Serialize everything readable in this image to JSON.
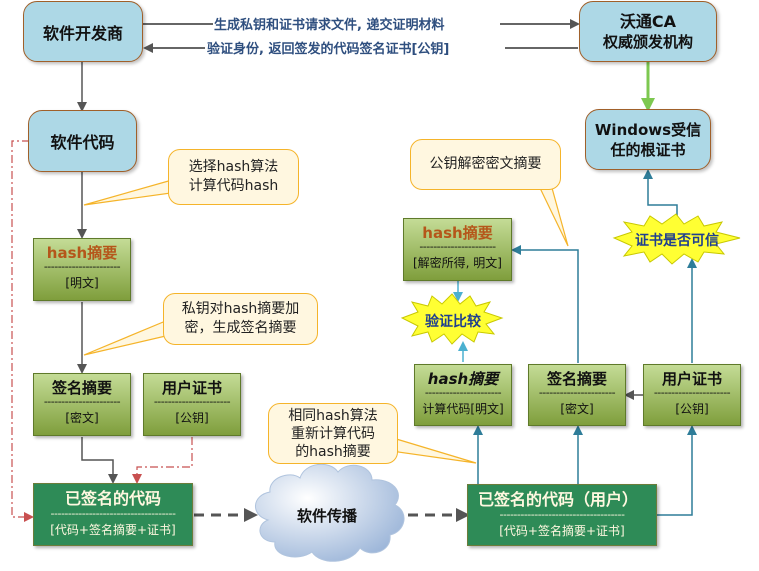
{
  "title": "代码签名流程图",
  "nodes": {
    "vendor": "软件开发商",
    "ca_line1": "沃通CA",
    "ca_line2": "权威颁发机构",
    "root_cert_line1": "Windows受信",
    "root_cert_line2": "任的根证书",
    "software_code": "软件代码",
    "left_hash": {
      "title": "hash摘要",
      "separator": "----------------------",
      "sub": "[明文]"
    },
    "left_sig": {
      "title": "签名摘要",
      "separator": "----------------------",
      "sub": "[密文]"
    },
    "left_cert": {
      "title": "用户证书",
      "separator": "----------------------",
      "sub": "[公钥]"
    },
    "signed_code": {
      "title": "已签名的代码",
      "separator": "------------------------------------",
      "sub": "[代码+签名摘要+证书]"
    },
    "cloud": "软件传播",
    "user_signed_code": {
      "title": "已签名的代码（用户）",
      "separator": "------------------------------------",
      "sub": "[代码+签名摘要+证书]"
    },
    "right_hash_calc": {
      "title": "hash摘要",
      "separator": "----------------------",
      "sub": "计算代码[明文]"
    },
    "right_sig": {
      "title": "签名摘要",
      "separator": "----------------------",
      "sub": "[密文]"
    },
    "right_cert": {
      "title": "用户证书",
      "separator": "----------------------",
      "sub": "[公钥]"
    },
    "right_hash_decrypted": {
      "title": "hash摘要",
      "separator": "----------------------",
      "sub": "[解密所得, 明文]"
    },
    "verify_compare": "验证比较",
    "cert_trusted": "证书是否可信"
  },
  "edges": {
    "vendor_to_ca": "生成私钥和证书请求文件, 递交证明材料",
    "ca_to_vendor": "验证身份, 返回签发的代码签名证书[公钥]"
  },
  "callouts": {
    "choose_hash": [
      "选择hash算法",
      "计算代码hash"
    ],
    "private_key_encrypt": [
      "私钥对hash摘要加",
      "密，生成签名摘要"
    ],
    "same_hash": [
      "相同hash算法",
      "重新计算代码",
      "的hash摘要"
    ],
    "public_key_decrypt": [
      "公钥解密密文摘要"
    ]
  },
  "colors": {
    "blue_node": "#add8e6",
    "green_node": "#9dbb61",
    "dark_green_node": "#2e8b57",
    "callout_fill": "#fff7e0",
    "callout_border": "#f5b42a",
    "burst_fill": "#ffff33",
    "teal_arrow": "#2e7d99",
    "red_dashed": "#d05050",
    "green_arrow": "#7dc850"
  }
}
